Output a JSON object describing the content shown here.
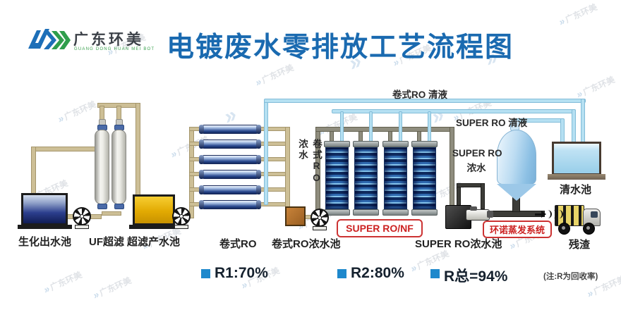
{
  "header": {
    "logo_name": "广东环美",
    "logo_subtext": "GUANG DONG HUAN MEI BOT",
    "title": "电镀废水零排放工艺流程图"
  },
  "equipment_labels": {
    "bio_tank": "生化出水池",
    "uf": "UF超滤",
    "uf_product_tank": "超滤产水池",
    "spiral_ro": "卷式RO",
    "spiral_ro_conc_tank": "卷式RO浓水池",
    "super_ro_unit": "SUPER RO/NF",
    "super_ro_conc_tank": "SUPER RO浓水池",
    "evaporator_system": "环诺蒸发系统",
    "clean_water_pool": "清水池",
    "residue": "残渣"
  },
  "stream_labels": {
    "spiral_ro_permeate": "卷式RO 清液",
    "super_ro_permeate": "SUPER RO  清液",
    "super_ro_concentrate_line1": "SUPER RO",
    "super_ro_concentrate_line2": "浓水",
    "spiral_ro_concentrate": "卷式RO浓水"
  },
  "stats": {
    "items": [
      {
        "label": "R1:70%"
      },
      {
        "label": "R2:80%"
      },
      {
        "label": "R总=94%"
      }
    ],
    "note": "(注:R为回收率)"
  },
  "watermark": {
    "text": "广东环美",
    "swoosh": "»"
  },
  "colors": {
    "title_blue": "#1a6ab0",
    "highlight_red": "#cc2222",
    "pipe_tan": "#cdbf96",
    "pipe_clear_blue": "#b5e0f2",
    "pipe_dark": "#3c3c38",
    "stat_square_blue": "#1e88cc"
  }
}
